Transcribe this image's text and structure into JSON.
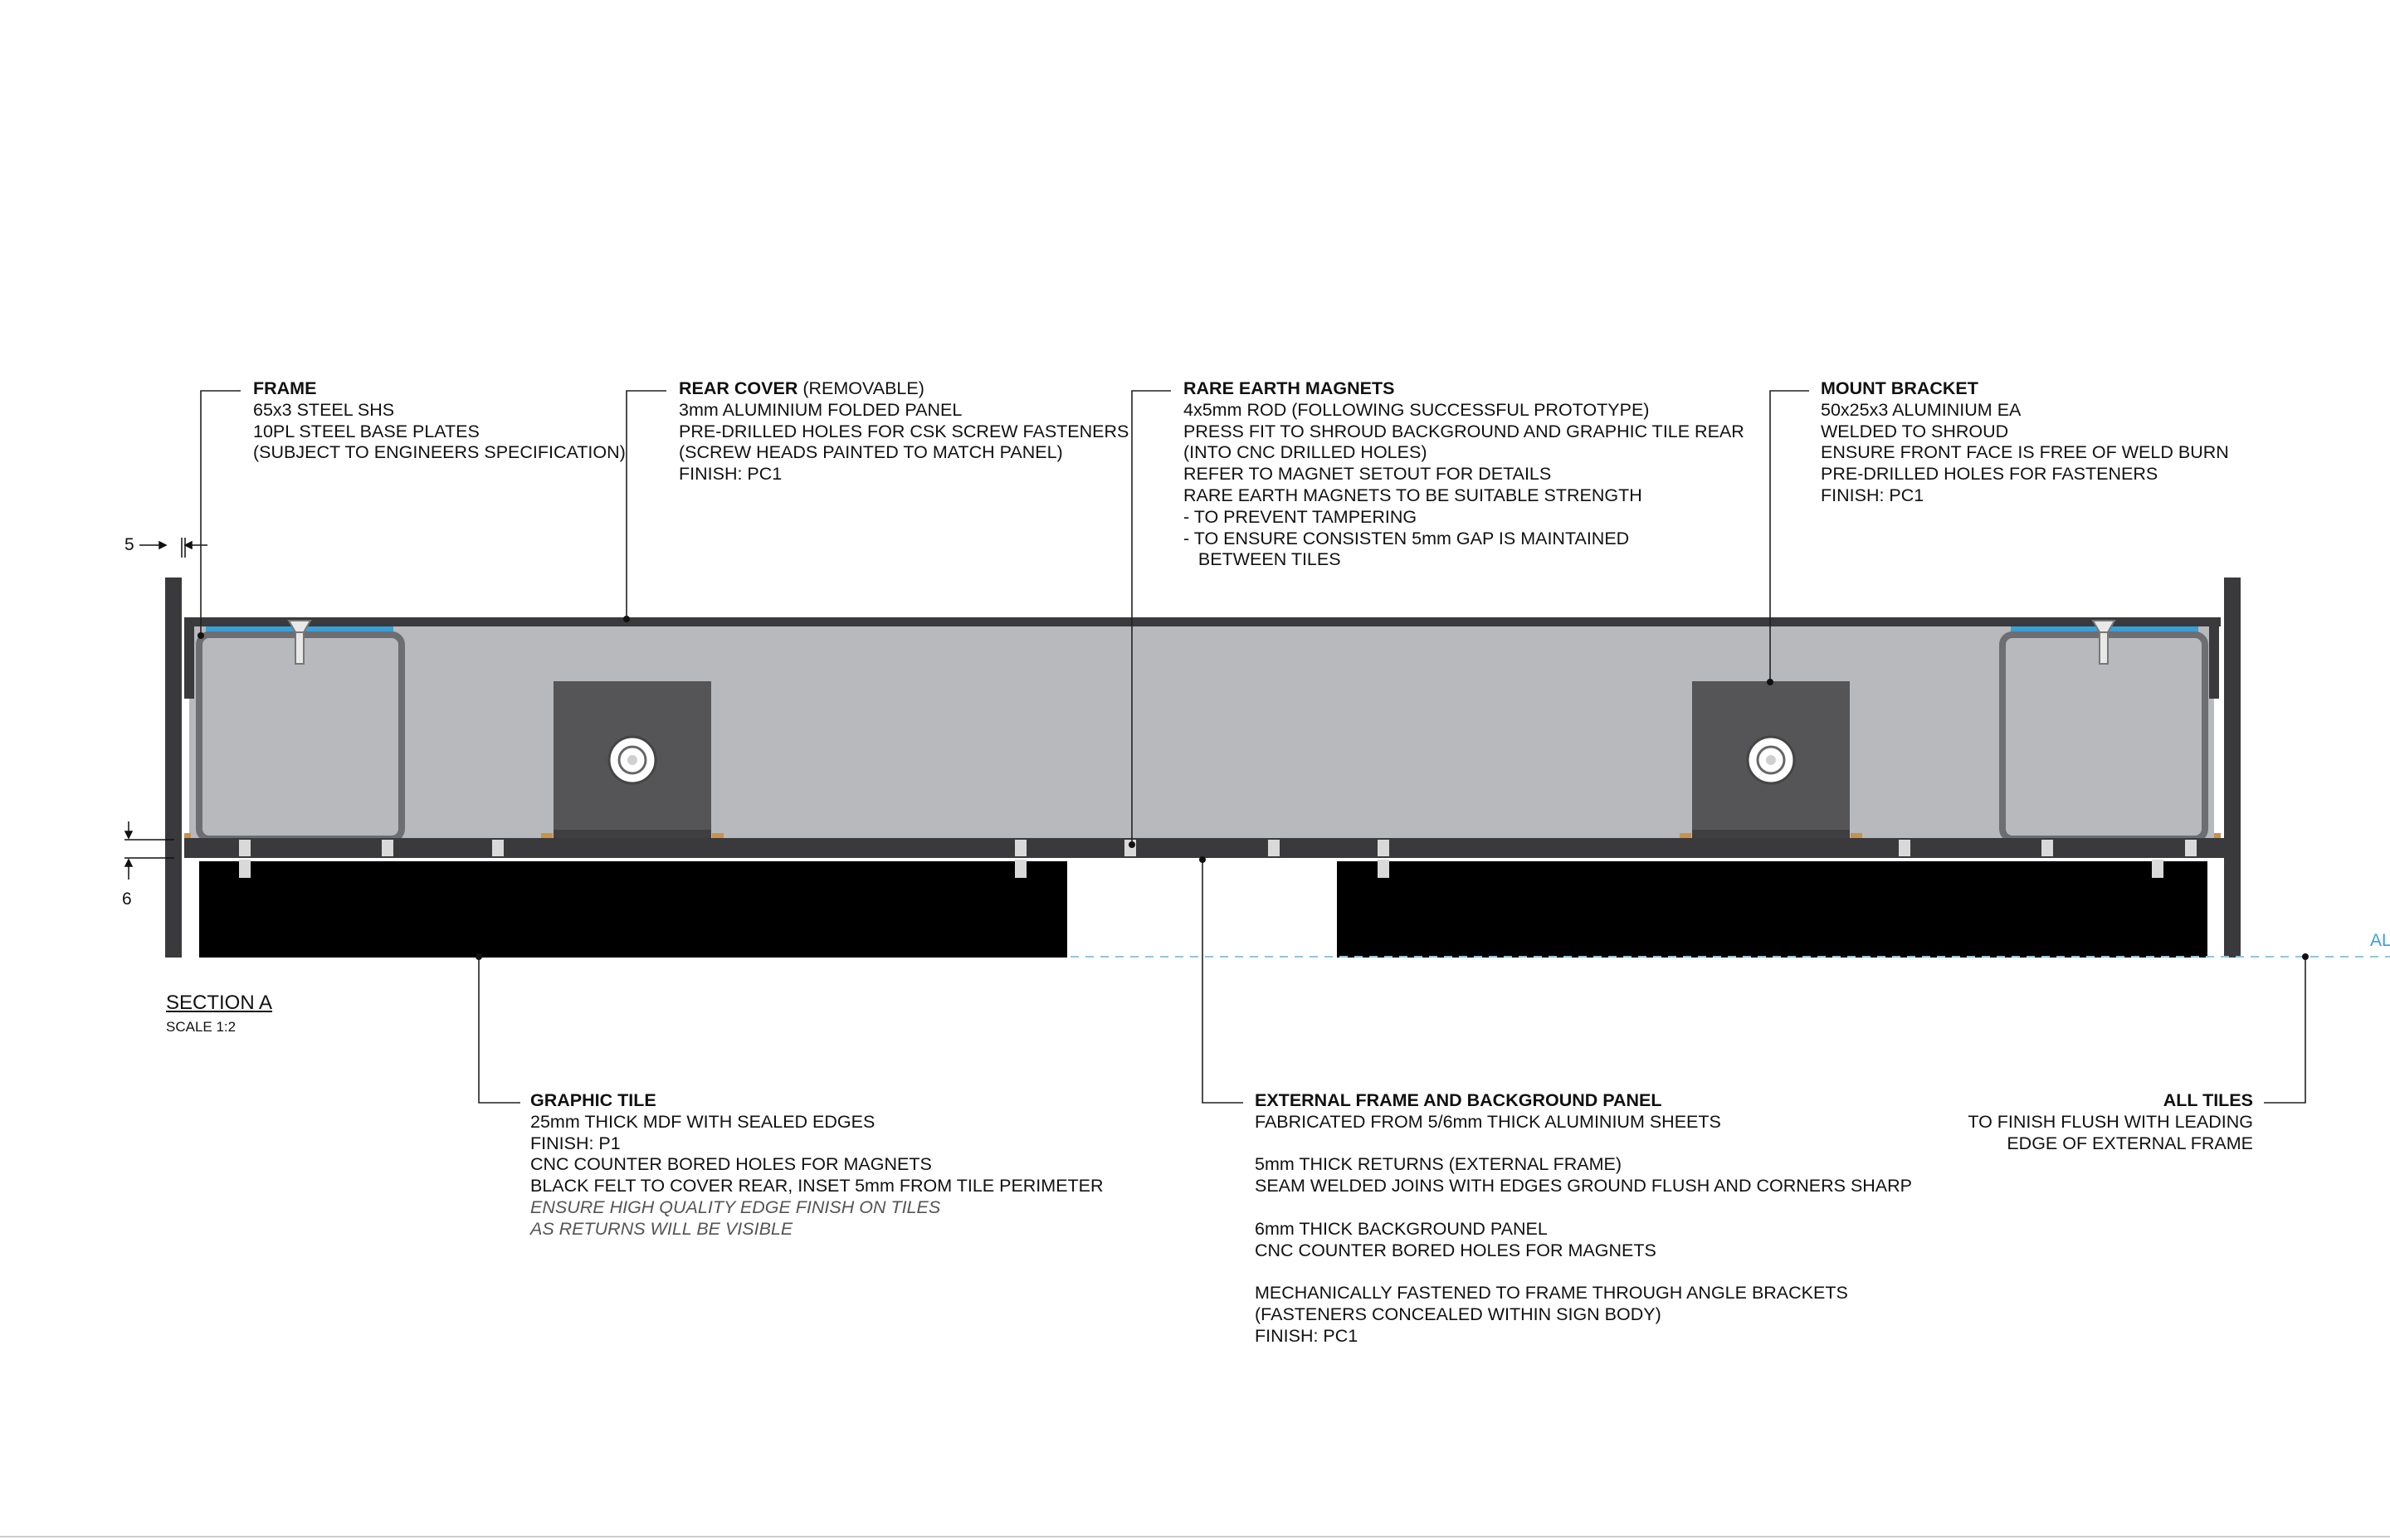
{
  "section": {
    "title": "SECTION A",
    "scale": "SCALE 1:2"
  },
  "dimensions": {
    "top": "5",
    "bottom": "6"
  },
  "cut_label": "AL",
  "colors": {
    "panel_fill": "#b8b9bc",
    "frame_dark": "#3a3a3c",
    "tile_black": "#000000",
    "bracket_fill": "#555557",
    "highlight_blue": "#3a9fd8",
    "magnet_orange": "#c8924a",
    "leader_line": "#222222",
    "flush_line": "#8fc6e0"
  },
  "notes": {
    "frame": {
      "heading": "FRAME",
      "lines": [
        "65x3 STEEL SHS",
        "10PL STEEL BASE PLATES",
        "(SUBJECT TO ENGINEERS SPECIFICATION)"
      ]
    },
    "rear_cover": {
      "heading": "REAR COVER",
      "heading_suffix": " (REMOVABLE)",
      "lines": [
        "3mm ALUMINIUM FOLDED PANEL",
        "PRE-DRILLED HOLES FOR CSK SCREW FASTENERS",
        "(SCREW HEADS PAINTED TO MATCH PANEL)",
        "FINISH:  PC1"
      ]
    },
    "rare_earth": {
      "heading": "RARE EARTH MAGNETS",
      "lines": [
        "4x5mm ROD (FOLLOWING SUCCESSFUL PROTOTYPE)",
        "PRESS FIT TO SHROUD BACKGROUND AND GRAPHIC TILE REAR",
        "(INTO CNC DRILLED HOLES)",
        "REFER TO MAGNET SETOUT FOR DETAILS",
        "RARE EARTH MAGNETS TO BE SUITABLE STRENGTH",
        "- TO PREVENT TAMPERING",
        "- TO ENSURE CONSISTEN 5mm GAP IS MAINTAINED",
        "   BETWEEN TILES"
      ]
    },
    "mount_bracket": {
      "heading": "MOUNT BRACKET",
      "lines": [
        "50x25x3 ALUMINIUM EA",
        "WELDED TO SHROUD",
        "ENSURE FRONT FACE IS FREE OF WELD BURN",
        "PRE-DRILLED HOLES FOR FASTENERS",
        "FINISH: PC1"
      ]
    },
    "graphic_tile": {
      "heading": "GRAPHIC TILE",
      "lines": [
        "25mm THICK MDF WITH SEALED EDGES",
        "FINISH: P1",
        "CNC COUNTER BORED HOLES FOR MAGNETS",
        "BLACK FELT TO COVER REAR, INSET 5mm FROM TILE PERIMETER"
      ],
      "italic_lines": [
        "ENSURE HIGH QUALITY EDGE FINISH ON TILES",
        "AS RETURNS WILL BE VISIBLE"
      ]
    },
    "external_frame": {
      "heading": "EXTERNAL FRAME AND BACKGROUND PANEL",
      "group1": [
        "FABRICATED FROM 5/6mm THICK ALUMINIUM SHEETS"
      ],
      "group2": [
        "5mm THICK RETURNS (EXTERNAL FRAME)",
        "SEAM WELDED JOINS WITH EDGES GROUND FLUSH AND CORNERS SHARP"
      ],
      "group3": [
        "6mm THICK BACKGROUND PANEL",
        "CNC COUNTER BORED HOLES FOR MAGNETS"
      ],
      "group4": [
        "MECHANICALLY FASTENED TO FRAME THROUGH ANGLE BRACKETS",
        "(FASTENERS CONCEALED WITHIN SIGN BODY)",
        "FINISH: PC1"
      ]
    },
    "all_tiles": {
      "heading": "ALL TILES",
      "lines": [
        "TO FINISH FLUSH WITH LEADING",
        "EDGE OF EXTERNAL FRAME"
      ]
    }
  }
}
